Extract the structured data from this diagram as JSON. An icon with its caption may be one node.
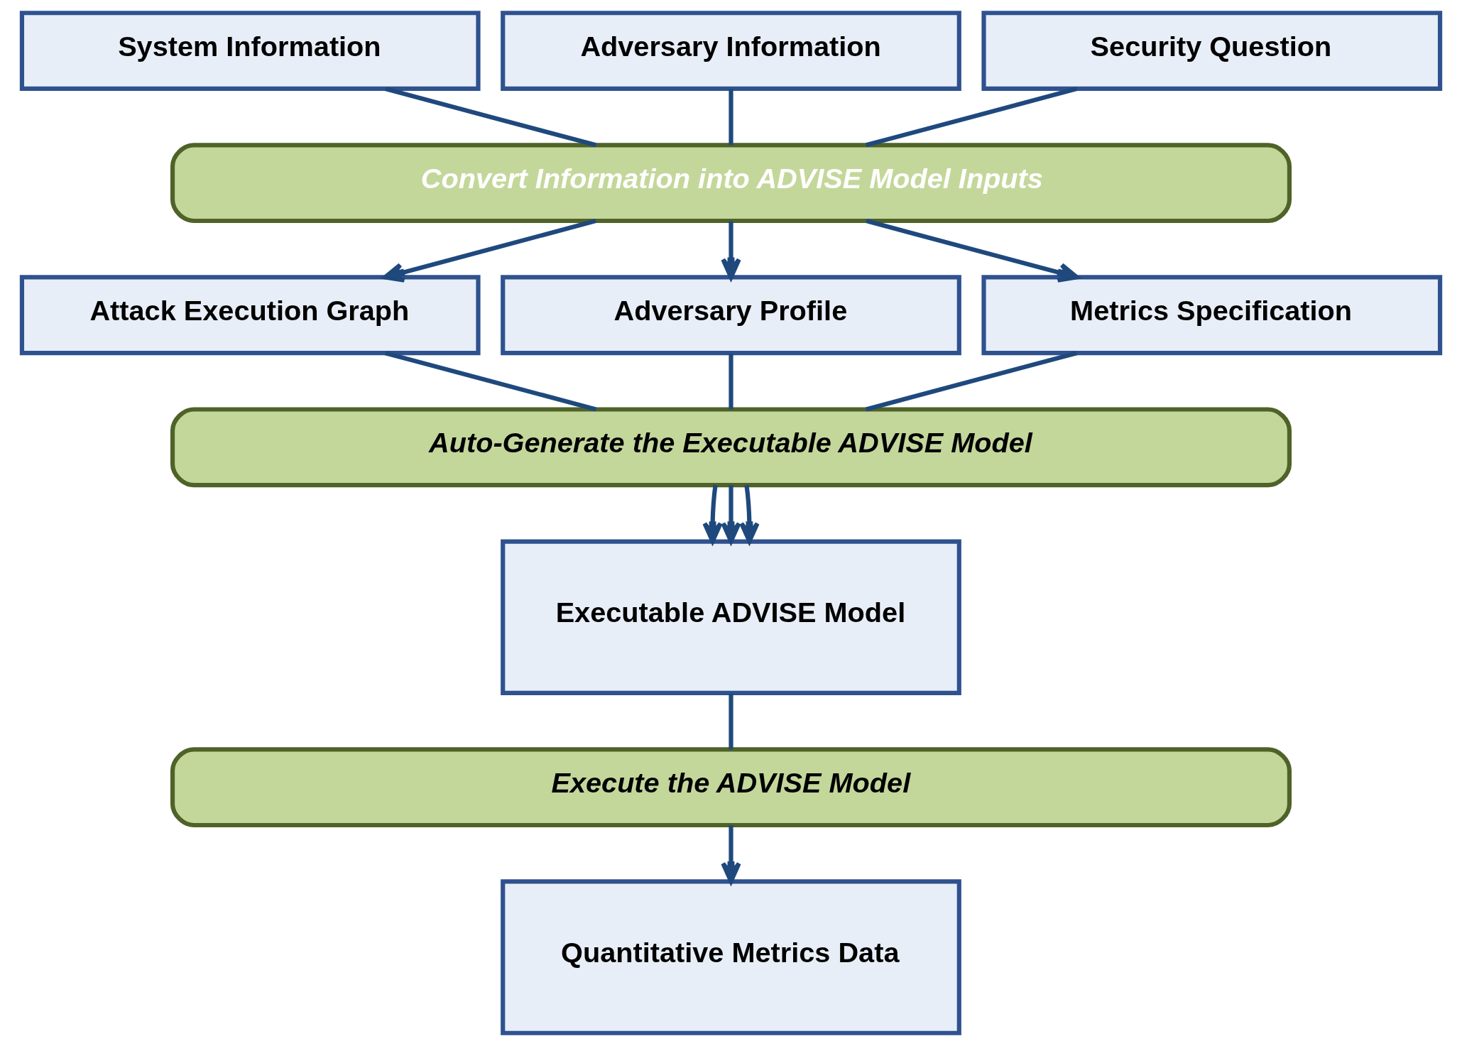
{
  "diagram": {
    "nodes": [
      {
        "text": [
          "System Information"
        ]
      },
      {
        "text": [
          "Adversary Information"
        ]
      },
      {
        "text": [
          "Security Question"
        ]
      },
      {
        "text": [
          "Convert Information into ADVISE Model Inputs"
        ]
      },
      {
        "text": [
          "Attack Execution Graph"
        ]
      },
      {
        "text": [
          "Adversary Profile"
        ]
      },
      {
        "text": [
          "Metrics Specification"
        ]
      },
      {
        "text": [
          "Auto-Generate the Executable ADVISE Model"
        ]
      },
      {
        "text": [
          "Executable ADVISE Model"
        ]
      },
      {
        "text": [
          "Execute the ADVISE Model"
        ]
      },
      {
        "text": [
          "Quantitative Metrics Data"
        ]
      }
    ],
    "edges": [
      {
        "from": 0,
        "to": 3,
        "arrow": "none"
      },
      {
        "from": 1,
        "to": 3,
        "arrow": "none"
      },
      {
        "from": 2,
        "to": 3,
        "arrow": "none"
      },
      {
        "from": 3,
        "to": 4,
        "arrow": "to"
      },
      {
        "from": 3,
        "to": 5,
        "arrow": "to"
      },
      {
        "from": 3,
        "to": 6,
        "arrow": "to"
      },
      {
        "from": 4,
        "to": 7,
        "arrow": "none"
      },
      {
        "from": 5,
        "to": 7,
        "arrow": "none"
      },
      {
        "from": 6,
        "to": 7,
        "arrow": "none"
      },
      {
        "from": 7,
        "to": 8,
        "arrow": "to"
      },
      {
        "from": 7,
        "to": 8,
        "arrow": "to"
      },
      {
        "from": 7,
        "to": 8,
        "arrow": "to"
      },
      {
        "from": 8,
        "to": 9,
        "arrow": "none"
      },
      {
        "from": 9,
        "to": 10,
        "arrow": "to"
      }
    ]
  }
}
